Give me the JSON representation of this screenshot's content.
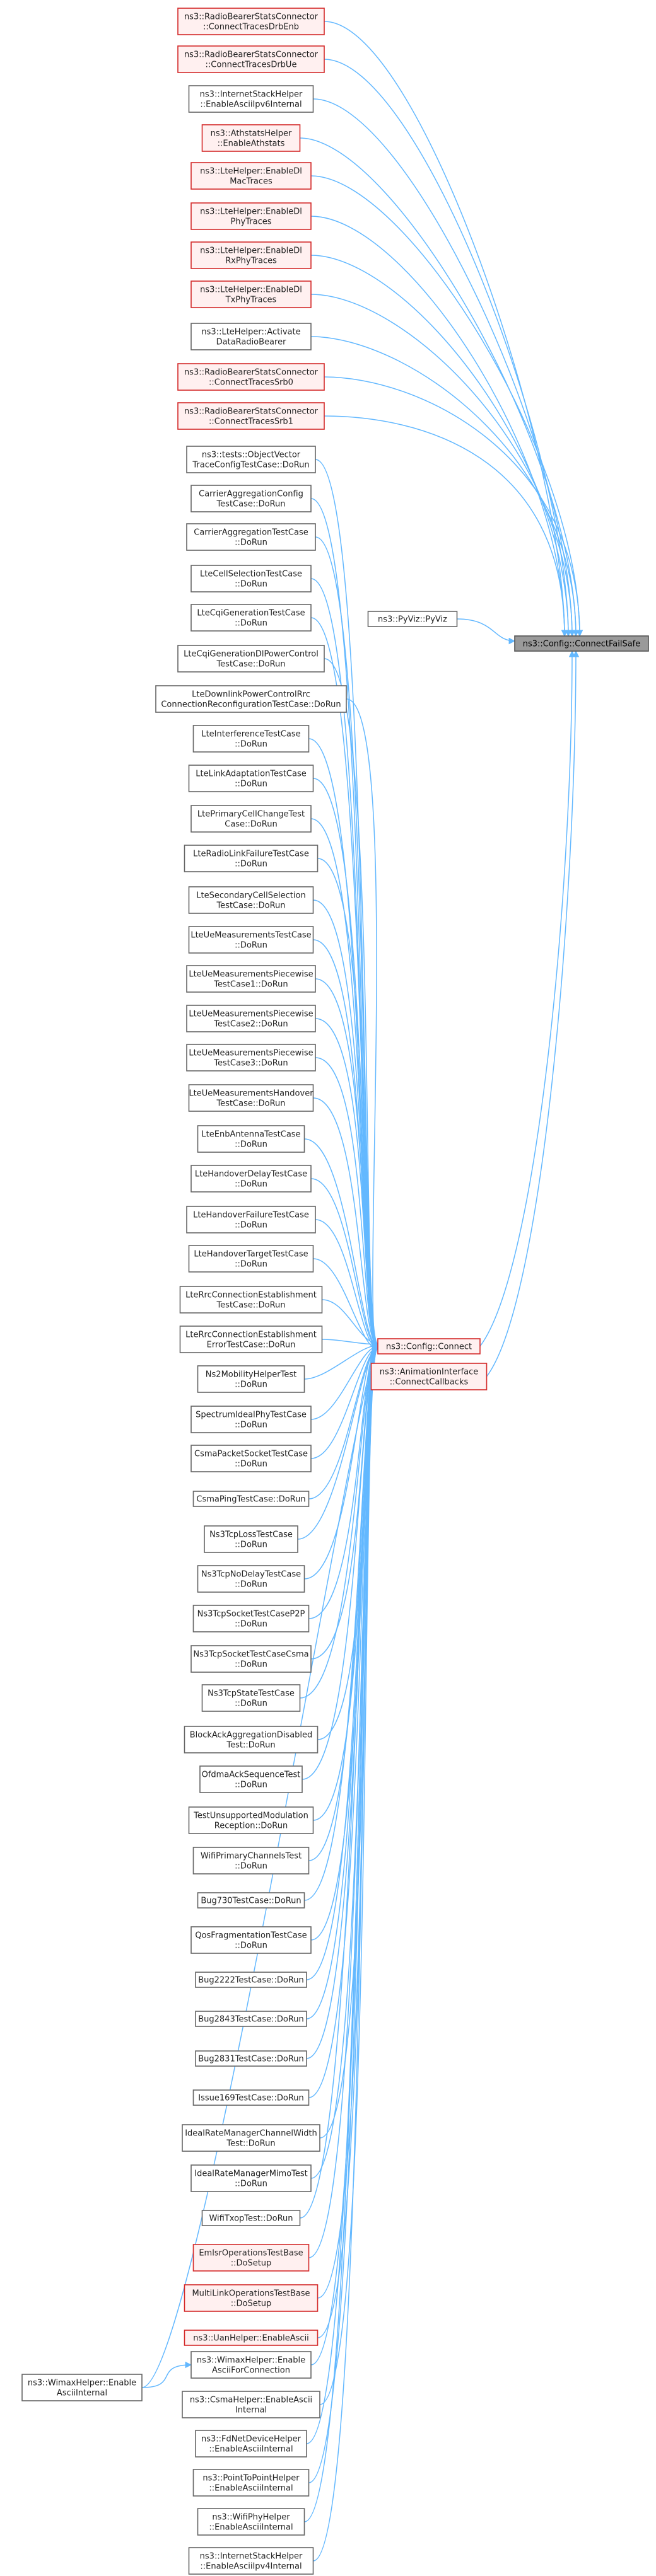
{
  "colors": {
    "edge": "#63b8ff",
    "red_border": "#d42a2a",
    "red_fill": "#fff0f0",
    "normal_border": "#666666",
    "target_fill": "#9a9a9a"
  },
  "target": {
    "id": "T",
    "lines": [
      "ns3::Config::ConnectFailSafe"
    ],
    "style": "target"
  },
  "nodes": [
    {
      "id": "c1",
      "lines": [
        "ns3::RadioBearerStatsConnector",
        "::ConnectTracesDrbEnb"
      ],
      "style": "red",
      "col": "L"
    },
    {
      "id": "c2",
      "lines": [
        "ns3::RadioBearerStatsConnector",
        "::ConnectTracesDrbUe"
      ],
      "style": "red",
      "col": "L"
    },
    {
      "id": "c3",
      "lines": [
        "ns3::InternetStackHelper",
        "::EnableAsciiIpv6Internal"
      ],
      "style": "normal",
      "col": "L"
    },
    {
      "id": "c4",
      "lines": [
        "ns3::AthstatsHelper",
        "::EnableAthstats"
      ],
      "style": "red",
      "col": "L"
    },
    {
      "id": "c5",
      "lines": [
        "ns3::LteHelper::EnableDl",
        "MacTraces"
      ],
      "style": "red",
      "col": "L"
    },
    {
      "id": "c6",
      "lines": [
        "ns3::LteHelper::EnableDl",
        "PhyTraces"
      ],
      "style": "red",
      "col": "L"
    },
    {
      "id": "c7",
      "lines": [
        "ns3::LteHelper::EnableDl",
        "RxPhyTraces"
      ],
      "style": "red",
      "col": "L"
    },
    {
      "id": "c8",
      "lines": [
        "ns3::LteHelper::EnableDl",
        "TxPhyTraces"
      ],
      "style": "red",
      "col": "L"
    },
    {
      "id": "c9",
      "lines": [
        "ns3::LteHelper::Activate",
        "DataRadioBearer"
      ],
      "style": "normal",
      "col": "L"
    },
    {
      "id": "c10",
      "lines": [
        "ns3::RadioBearerStatsConnector",
        "::ConnectTracesSrb0"
      ],
      "style": "red",
      "col": "L"
    },
    {
      "id": "c11",
      "lines": [
        "ns3::RadioBearerStatsConnector",
        "::ConnectTracesSrb1"
      ],
      "style": "red",
      "col": "L"
    },
    {
      "id": "c12",
      "lines": [
        "ns3::tests::ObjectVector",
        "TraceConfigTestCase::DoRun"
      ],
      "style": "normal",
      "col": "L"
    },
    {
      "id": "c13",
      "lines": [
        "CarrierAggregationConfig",
        "TestCase::DoRun"
      ],
      "style": "normal",
      "col": "L"
    },
    {
      "id": "c14",
      "lines": [
        "CarrierAggregationTestCase",
        "::DoRun"
      ],
      "style": "normal",
      "col": "L"
    },
    {
      "id": "c15",
      "lines": [
        "LteCellSelectionTestCase",
        "::DoRun"
      ],
      "style": "normal",
      "col": "L"
    },
    {
      "id": "c16",
      "lines": [
        "LteCqiGenerationTestCase",
        "::DoRun"
      ],
      "style": "normal",
      "col": "L"
    },
    {
      "id": "c17",
      "lines": [
        "LteCqiGenerationDlPowerControl",
        "TestCase::DoRun"
      ],
      "style": "normal",
      "col": "L"
    },
    {
      "id": "c18",
      "lines": [
        "LteDownlinkPowerControlRrc",
        "ConnectionReconfigurationTestCase::DoRun"
      ],
      "style": "normal",
      "col": "L"
    },
    {
      "id": "c19",
      "lines": [
        "LteInterferenceTestCase",
        "::DoRun"
      ],
      "style": "normal",
      "col": "L"
    },
    {
      "id": "c20",
      "lines": [
        "LteLinkAdaptationTestCase",
        "::DoRun"
      ],
      "style": "normal",
      "col": "L"
    },
    {
      "id": "c21",
      "lines": [
        "LtePrimaryCellChangeTest",
        "Case::DoRun"
      ],
      "style": "normal",
      "col": "L"
    },
    {
      "id": "c22",
      "lines": [
        "LteRadioLinkFailureTestCase",
        "::DoRun"
      ],
      "style": "normal",
      "col": "L"
    },
    {
      "id": "c23",
      "lines": [
        "LteSecondaryCellSelection",
        "TestCase::DoRun"
      ],
      "style": "normal",
      "col": "L"
    },
    {
      "id": "c24",
      "lines": [
        "LteUeMeasurementsTestCase",
        "::DoRun"
      ],
      "style": "normal",
      "col": "L"
    },
    {
      "id": "c25",
      "lines": [
        "LteUeMeasurementsPiecewise",
        "TestCase1::DoRun"
      ],
      "style": "normal",
      "col": "L"
    },
    {
      "id": "c26",
      "lines": [
        "LteUeMeasurementsPiecewise",
        "TestCase2::DoRun"
      ],
      "style": "normal",
      "col": "L"
    },
    {
      "id": "c27",
      "lines": [
        "LteUeMeasurementsPiecewise",
        "TestCase3::DoRun"
      ],
      "style": "normal",
      "col": "L"
    },
    {
      "id": "c28",
      "lines": [
        "LteUeMeasurementsHandover",
        "TestCase::DoRun"
      ],
      "style": "normal",
      "col": "L"
    },
    {
      "id": "c29",
      "lines": [
        "LteEnbAntennaTestCase",
        "::DoRun"
      ],
      "style": "normal",
      "col": "L"
    },
    {
      "id": "c30",
      "lines": [
        "LteHandoverDelayTestCase",
        "::DoRun"
      ],
      "style": "normal",
      "col": "L"
    },
    {
      "id": "c31",
      "lines": [
        "LteHandoverFailureTestCase",
        "::DoRun"
      ],
      "style": "normal",
      "col": "L"
    },
    {
      "id": "c32",
      "lines": [
        "LteHandoverTargetTestCase",
        "::DoRun"
      ],
      "style": "normal",
      "col": "L"
    },
    {
      "id": "c33",
      "lines": [
        "LteRrcConnectionEstablishment",
        "TestCase::DoRun"
      ],
      "style": "normal",
      "col": "L"
    },
    {
      "id": "c34",
      "lines": [
        "LteRrcConnectionEstablishment",
        "ErrorTestCase::DoRun"
      ],
      "style": "normal",
      "col": "L"
    },
    {
      "id": "c35",
      "lines": [
        "Ns2MobilityHelperTest",
        "::DoRun"
      ],
      "style": "normal",
      "col": "L"
    },
    {
      "id": "c36",
      "lines": [
        "SpectrumIdealPhyTestCase",
        "::DoRun"
      ],
      "style": "normal",
      "col": "L"
    },
    {
      "id": "c37",
      "lines": [
        "CsmaPacketSocketTestCase",
        "::DoRun"
      ],
      "style": "normal",
      "col": "L"
    },
    {
      "id": "c38",
      "lines": [
        "CsmaPingTestCase::DoRun"
      ],
      "style": "normal",
      "col": "L"
    },
    {
      "id": "c39",
      "lines": [
        "Ns3TcpLossTestCase",
        "::DoRun"
      ],
      "style": "normal",
      "col": "L"
    },
    {
      "id": "c40",
      "lines": [
        "Ns3TcpNoDelayTestCase",
        "::DoRun"
      ],
      "style": "normal",
      "col": "L"
    },
    {
      "id": "c41",
      "lines": [
        "Ns3TcpSocketTestCaseP2P",
        "::DoRun"
      ],
      "style": "normal",
      "col": "L"
    },
    {
      "id": "c42",
      "lines": [
        "Ns3TcpSocketTestCaseCsma",
        "::DoRun"
      ],
      "style": "normal",
      "col": "L"
    },
    {
      "id": "c43",
      "lines": [
        "Ns3TcpStateTestCase",
        "::DoRun"
      ],
      "style": "normal",
      "col": "L"
    },
    {
      "id": "c44",
      "lines": [
        "BlockAckAggregationDisabled",
        "Test::DoRun"
      ],
      "style": "normal",
      "col": "L"
    },
    {
      "id": "c45",
      "lines": [
        "OfdmaAckSequenceTest",
        "::DoRun"
      ],
      "style": "normal",
      "col": "L"
    },
    {
      "id": "c46",
      "lines": [
        "TestUnsupportedModulation",
        "Reception::DoRun"
      ],
      "style": "normal",
      "col": "L"
    },
    {
      "id": "c47",
      "lines": [
        "WifiPrimaryChannelsTest",
        "::DoRun"
      ],
      "style": "normal",
      "col": "L"
    },
    {
      "id": "c48",
      "lines": [
        "Bug730TestCase::DoRun"
      ],
      "style": "normal",
      "col": "L"
    },
    {
      "id": "c49",
      "lines": [
        "QosFragmentationTestCase",
        "::DoRun"
      ],
      "style": "normal",
      "col": "L"
    },
    {
      "id": "c50",
      "lines": [
        "Bug2222TestCase::DoRun"
      ],
      "style": "normal",
      "col": "L"
    },
    {
      "id": "c51",
      "lines": [
        "Bug2843TestCase::DoRun"
      ],
      "style": "normal",
      "col": "L"
    },
    {
      "id": "c52",
      "lines": [
        "Bug2831TestCase::DoRun"
      ],
      "style": "normal",
      "col": "L"
    },
    {
      "id": "c53",
      "lines": [
        "Issue169TestCase::DoRun"
      ],
      "style": "normal",
      "col": "L"
    },
    {
      "id": "c54",
      "lines": [
        "IdealRateManagerChannelWidth",
        "Test::DoRun"
      ],
      "style": "normal",
      "col": "L"
    },
    {
      "id": "c55",
      "lines": [
        "IdealRateManagerMimoTest",
        "::DoRun"
      ],
      "style": "normal",
      "col": "L"
    },
    {
      "id": "c56",
      "lines": [
        "WifiTxopTest::DoRun"
      ],
      "style": "normal",
      "col": "L"
    },
    {
      "id": "c57",
      "lines": [
        "EmlsrOperationsTestBase",
        "::DoSetup"
      ],
      "style": "red",
      "col": "L"
    },
    {
      "id": "c58",
      "lines": [
        "MultiLinkOperationsTestBase",
        "::DoSetup"
      ],
      "style": "red",
      "col": "L"
    },
    {
      "id": "c59",
      "lines": [
        "ns3::UanHelper::EnableAscii"
      ],
      "style": "red",
      "col": "L"
    },
    {
      "id": "c60",
      "lines": [
        "ns3::WimaxHelper::Enable",
        "AsciiForConnection"
      ],
      "style": "normal",
      "col": "L"
    },
    {
      "id": "c61",
      "lines": [
        "ns3::CsmaHelper::EnableAscii",
        "Internal"
      ],
      "style": "normal",
      "col": "L"
    },
    {
      "id": "c62",
      "lines": [
        "ns3::FdNetDeviceHelper",
        "::EnableAsciiInternal"
      ],
      "style": "normal",
      "col": "L"
    },
    {
      "id": "c63",
      "lines": [
        "ns3::PointToPointHelper",
        "::EnableAsciiInternal"
      ],
      "style": "normal",
      "col": "L"
    },
    {
      "id": "c64",
      "lines": [
        "ns3::WifiPhyHelper",
        "::EnableAsciiInternal"
      ],
      "style": "normal",
      "col": "L"
    },
    {
      "id": "c65",
      "lines": [
        "ns3::InternetStackHelper",
        "::EnableAsciiIpv4Internal"
      ],
      "style": "normal",
      "col": "L"
    },
    {
      "id": "w",
      "lines": [
        "ns3::WimaxHelper::Enable",
        "AsciiInternal"
      ],
      "style": "normal",
      "col": "W"
    },
    {
      "id": "p",
      "lines": [
        "ns3::PyViz::PyViz"
      ],
      "style": "normal",
      "col": "M"
    },
    {
      "id": "cc",
      "lines": [
        "ns3::Config::Connect"
      ],
      "style": "red",
      "col": "M"
    },
    {
      "id": "ai",
      "lines": [
        "ns3::AnimationInterface",
        "::ConnectCallbacks"
      ],
      "style": "red",
      "col": "M"
    }
  ],
  "edges": [
    [
      "c1",
      "T"
    ],
    [
      "c2",
      "T"
    ],
    [
      "c3",
      "T"
    ],
    [
      "c4",
      "T"
    ],
    [
      "c5",
      "T"
    ],
    [
      "c6",
      "T"
    ],
    [
      "c7",
      "T"
    ],
    [
      "c8",
      "T"
    ],
    [
      "c9",
      "T"
    ],
    [
      "c10",
      "T"
    ],
    [
      "c11",
      "T"
    ],
    [
      "p",
      "T"
    ],
    [
      "cc",
      "T"
    ],
    [
      "ai",
      "T"
    ],
    [
      "c12",
      "cc"
    ],
    [
      "c13",
      "cc"
    ],
    [
      "c14",
      "cc"
    ],
    [
      "c15",
      "cc"
    ],
    [
      "c16",
      "cc"
    ],
    [
      "c17",
      "cc"
    ],
    [
      "c18",
      "cc"
    ],
    [
      "c19",
      "cc"
    ],
    [
      "c20",
      "cc"
    ],
    [
      "c21",
      "cc"
    ],
    [
      "c22",
      "cc"
    ],
    [
      "c23",
      "cc"
    ],
    [
      "c24",
      "cc"
    ],
    [
      "c25",
      "cc"
    ],
    [
      "c26",
      "cc"
    ],
    [
      "c27",
      "cc"
    ],
    [
      "c28",
      "cc"
    ],
    [
      "c29",
      "cc"
    ],
    [
      "c30",
      "cc"
    ],
    [
      "c31",
      "cc"
    ],
    [
      "c32",
      "cc"
    ],
    [
      "c33",
      "cc"
    ],
    [
      "c34",
      "cc"
    ],
    [
      "c35",
      "cc"
    ],
    [
      "c36",
      "cc"
    ],
    [
      "c37",
      "cc"
    ],
    [
      "c38",
      "cc"
    ],
    [
      "c39",
      "cc"
    ],
    [
      "c40",
      "cc"
    ],
    [
      "c41",
      "cc"
    ],
    [
      "c42",
      "cc"
    ],
    [
      "c43",
      "cc"
    ],
    [
      "c44",
      "cc"
    ],
    [
      "c45",
      "cc"
    ],
    [
      "c46",
      "cc"
    ],
    [
      "c47",
      "cc"
    ],
    [
      "c48",
      "cc"
    ],
    [
      "c49",
      "cc"
    ],
    [
      "c50",
      "cc"
    ],
    [
      "c51",
      "cc"
    ],
    [
      "c52",
      "cc"
    ],
    [
      "c53",
      "cc"
    ],
    [
      "c54",
      "cc"
    ],
    [
      "c55",
      "cc"
    ],
    [
      "c56",
      "cc"
    ],
    [
      "c57",
      "cc"
    ],
    [
      "c58",
      "cc"
    ],
    [
      "c59",
      "cc"
    ],
    [
      "c60",
      "cc"
    ],
    [
      "c61",
      "cc"
    ],
    [
      "c62",
      "cc"
    ],
    [
      "c63",
      "cc"
    ],
    [
      "c64",
      "cc"
    ],
    [
      "c65",
      "cc"
    ],
    [
      "w",
      "cc"
    ],
    [
      "w",
      "c60"
    ]
  ]
}
